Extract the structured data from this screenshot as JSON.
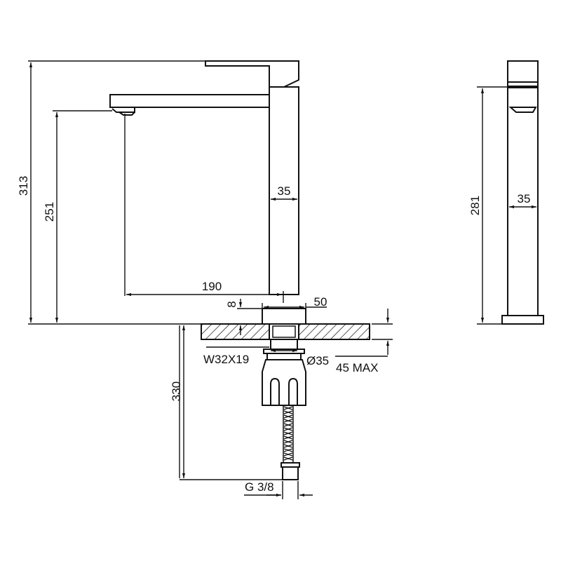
{
  "colors": {
    "line": "#111111",
    "background": "#ffffff",
    "hatch": "#111111"
  },
  "front_view": {
    "total_height": "313",
    "spout_height": "251",
    "body_width": "35",
    "reach": "190",
    "base_width": "50",
    "base_thickness": "8",
    "thread": "W32X19",
    "hole_diameter": "Ø35",
    "deck_max": "45 MAX",
    "hose_length": "330",
    "connection": "G 3/8"
  },
  "side_view": {
    "height": "281",
    "body_width": "35"
  }
}
